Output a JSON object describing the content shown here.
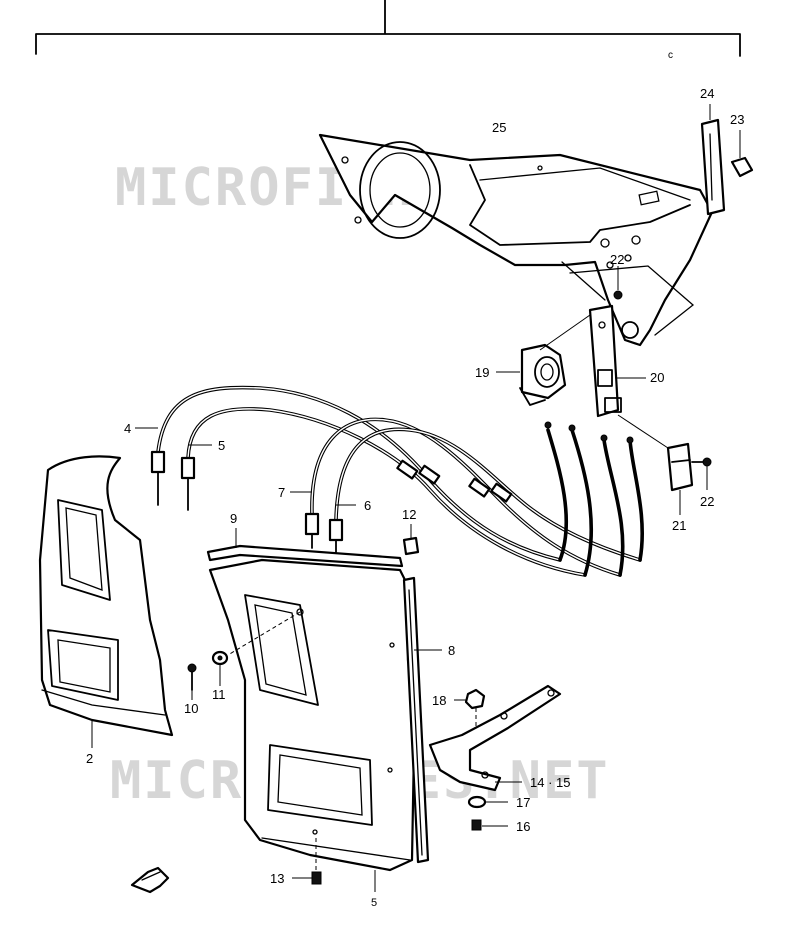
{
  "watermark": "MICROFICHES.NET",
  "top_mark": "c",
  "bottom_mark": "5",
  "callouts": {
    "c2": "2",
    "c4": "4",
    "c5": "5",
    "c6": "6",
    "c7": "7",
    "c8": "8",
    "c9": "9",
    "c10": "10",
    "c11": "11",
    "c12": "12",
    "c13": "13",
    "c14_15": "14 · 15",
    "c16": "16",
    "c17": "17",
    "c18": "18",
    "c19": "19",
    "c20": "20",
    "c21": "21",
    "c22a": "22",
    "c22b": "22",
    "c23": "23",
    "c24": "24",
    "c25": "25"
  },
  "icons": {
    "front_arrow": "front-direction-arrow-icon"
  }
}
